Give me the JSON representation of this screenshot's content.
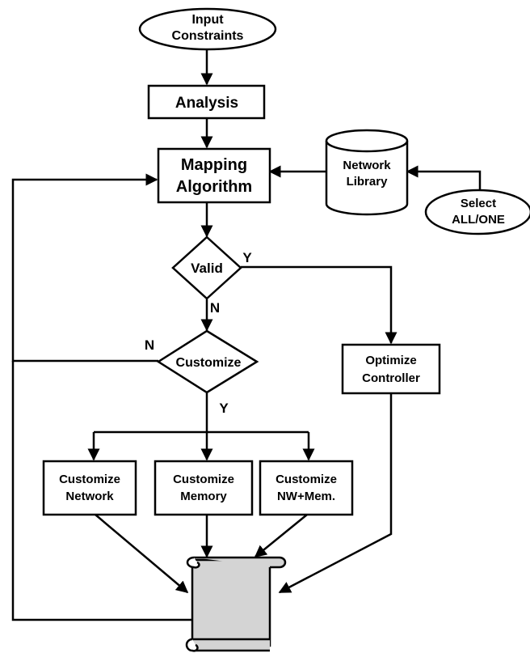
{
  "nodes": {
    "input": {
      "line1": "Input",
      "line2": "Constraints"
    },
    "analysis": {
      "label": "Analysis"
    },
    "mapping": {
      "line1": "Mapping",
      "line2": "Algorithm"
    },
    "library": {
      "line1": "Network",
      "line2": "Library"
    },
    "select": {
      "line1": "Select",
      "line2": "ALL/ONE"
    },
    "valid": {
      "label": "Valid"
    },
    "customize": {
      "label": "Customize"
    },
    "optimize": {
      "line1": "Optimize",
      "line2": "Controller"
    },
    "cust_network": {
      "line1": "Customize",
      "line2": "Network"
    },
    "cust_memory": {
      "line1": "Customize",
      "line2": "Memory"
    },
    "cust_nwmem": {
      "line1": "Customize",
      "line2": "NW+Mem."
    }
  },
  "edge_labels": {
    "valid_yes": "Y",
    "valid_no": "N",
    "customize_no": "N",
    "customize_yes": "Y"
  }
}
